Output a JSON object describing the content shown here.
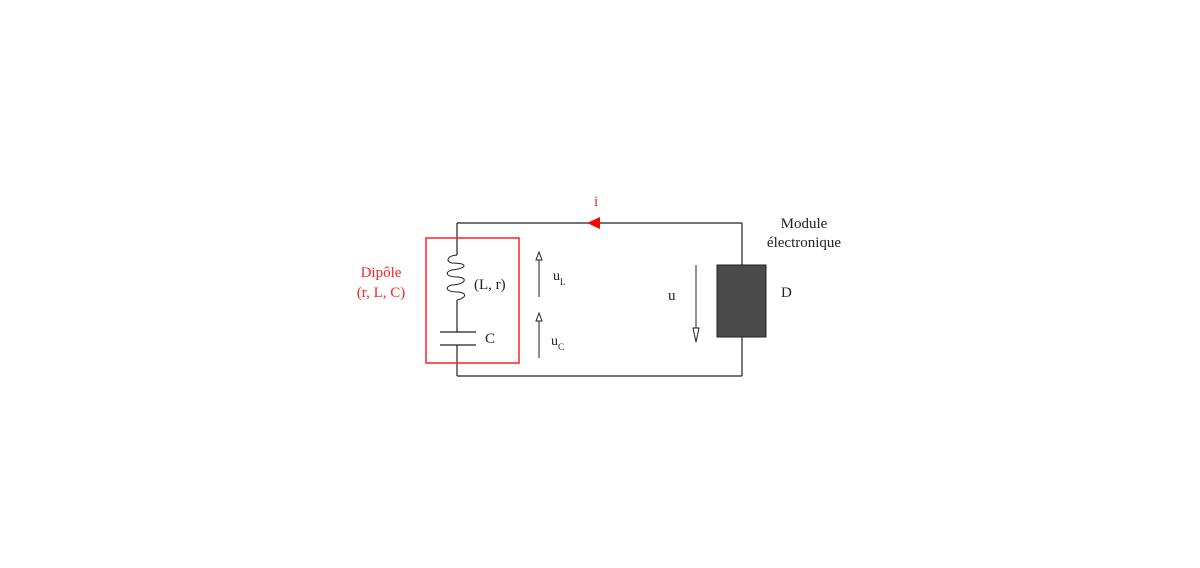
{
  "labels": {
    "current": "i",
    "module_line1": "Module",
    "module_line2": "électronique",
    "dipole_line1": "Dipôle",
    "dipole_line2": "(r, L, C)",
    "inductor": "(L, r)",
    "capacitor": "C",
    "voltage_L_main": "u",
    "voltage_L_sub": "L",
    "voltage_C_main": "u",
    "voltage_C_sub": "C",
    "voltage_u": "u",
    "device": "D"
  },
  "colors": {
    "dipole": "#ff2020",
    "wire": "#222222",
    "device_fill": "#4a4a4a",
    "current_arrow": "#ff0000"
  }
}
